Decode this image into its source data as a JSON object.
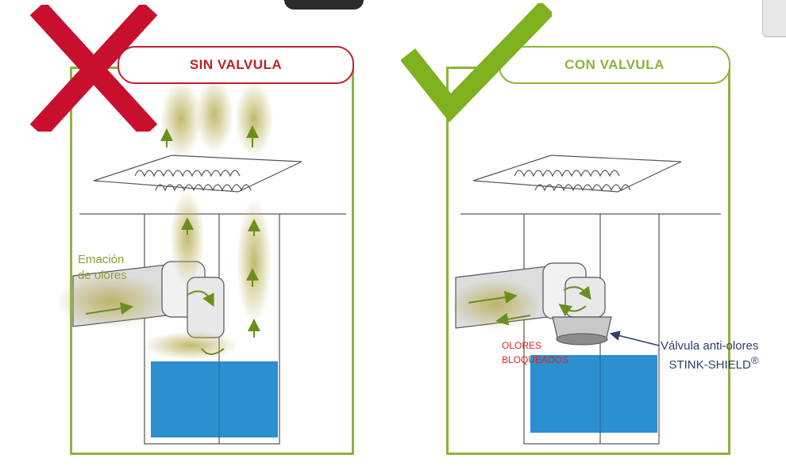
{
  "panels": {
    "without_valve": {
      "title": "SIN VALVULA",
      "label_line1": "Emación",
      "label_line2": "de olores",
      "mark": "cross-icon",
      "mark_color": "#c8102e"
    },
    "with_valve": {
      "title": "CON VALVULA",
      "label_blocked_line1": "OLORES",
      "label_blocked_line2": "BLOQUEADOS",
      "valve_label_line1": "Válvula anti-olores",
      "valve_label_line2": "STINK-SHIELD",
      "valve_label_mark": "®",
      "mark": "check-icon",
      "mark_color": "#7fb01d"
    }
  },
  "colors": {
    "frame": "#8db33a",
    "odor": "#b8ad55",
    "arrow": "#6b8f1e",
    "water": "#2b8fd0",
    "title_left": "#c0202a",
    "title_right": "#8db33a",
    "valve_text": "#2d3e6f",
    "blocked_text": "#e0231f"
  }
}
